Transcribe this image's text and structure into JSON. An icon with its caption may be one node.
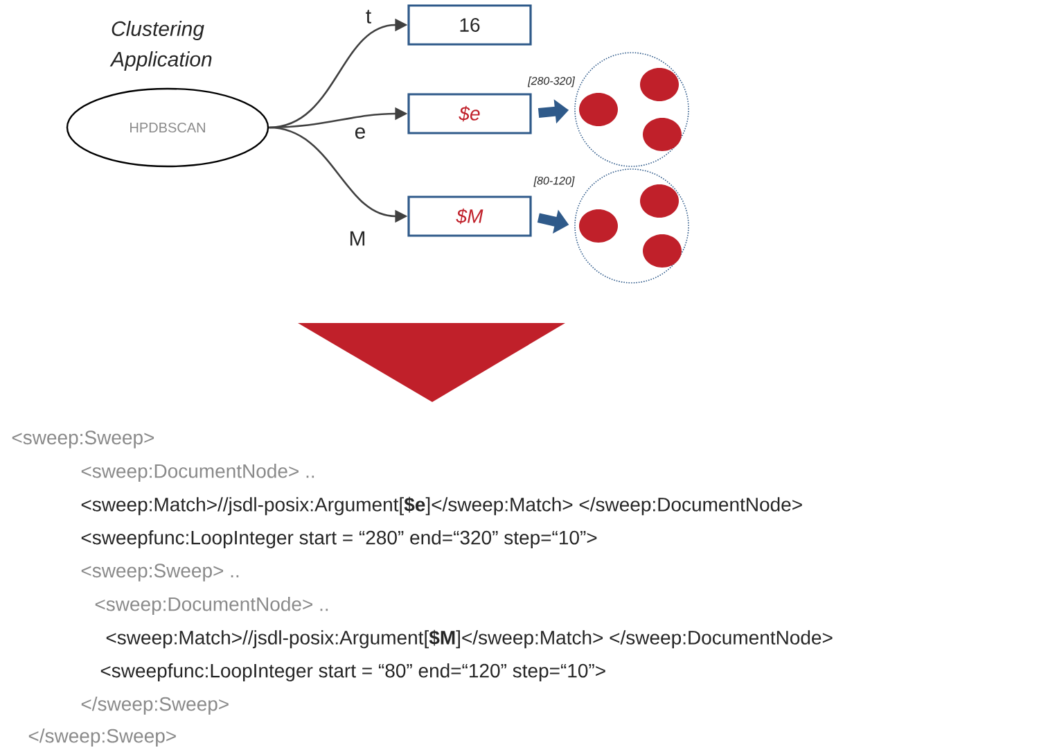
{
  "diagram": {
    "nodes": [
      {
        "text": [
          "HPDBSCAN"
        ],
        "beside": [
          "Clustering Application"
        ]
      },
      {
        "text": [
          "16"
        ]
      },
      {
        "text": [
          "$e"
        ]
      },
      {
        "text": [
          "$M"
        ]
      },
      {
        "text": [],
        "shape": "circle",
        "beside": [
          "[280-320]"
        ]
      },
      {
        "text": [],
        "shape": "circle",
        "beside": [
          "[80-120]"
        ]
      }
    ],
    "edges": [
      {
        "from": 0,
        "to": 1,
        "arrow": "to",
        "label": "t"
      },
      {
        "from": 0,
        "to": 2,
        "arrow": "to",
        "label": "e"
      },
      {
        "from": 0,
        "to": 3,
        "arrow": "to",
        "label": "M"
      },
      {
        "from": 2,
        "to": 4,
        "arrow": "to",
        "style": "thick",
        "color": "#2f5a8a"
      },
      {
        "from": 3,
        "to": 5,
        "arrow": "to",
        "style": "thick",
        "color": "#2f5a8a"
      }
    ],
    "labels": [
      "<sweep:Sweep>",
      "<sweep:DocumentNode> ..",
      "<sweep:Match>//jsdl-posix:Argument[**$e**]</sweep:Match> </sweep:DocumentNode>",
      "<sweepfunc:LoopInteger start = “280” end=“320” step=“10”>",
      "<sweep:Sweep>  ..",
      "<sweep:DocumentNode> ..",
      "<sweep:Match>//jsdl-posix:Argument[**$M**]</sweep:Match> </sweep:DocumentNode>",
      "<sweepfunc:LoopInteger start = “80” end=“120” step=“10”>",
      "</sweep:Sweep>",
      "</sweep:Sweep>"
    ]
  }
}
